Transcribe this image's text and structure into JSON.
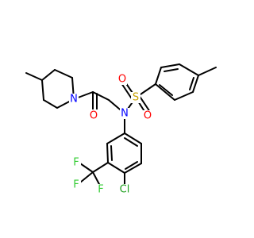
{
  "molecule": {
    "colors": {
      "bond": "#000000",
      "oxygen": "#ff0000",
      "nitrogen": "#0000ff",
      "sulfur": "#c8a000",
      "fluorine": "#33cc33",
      "chlorine": "#1fa01f"
    },
    "labels": {
      "o_carbonyl": "O",
      "n_piperidine": "N",
      "n_sulfonamide": "N",
      "s_sulfonyl": "S",
      "o_sulfonyl_1": "O",
      "o_sulfonyl_2": "O",
      "cl": "Cl",
      "f_1": "F",
      "f_2": "F",
      "f_3": "F"
    }
  }
}
